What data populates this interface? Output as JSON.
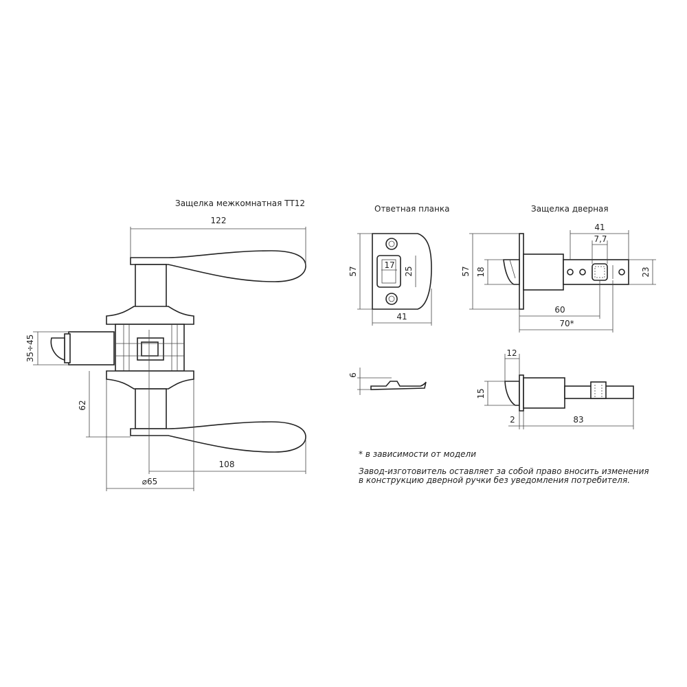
{
  "titles": {
    "main": "Защелка межкомнатная ТТ12",
    "strike_plate": "Ответная планка",
    "door_latch": "Защелка дверная"
  },
  "dimensions": {
    "handle_length": "122",
    "rose_height": "35÷45",
    "handle_offset": "62",
    "handle_reach": "108",
    "rose_diameter": "⌀65",
    "plate_height": "57",
    "plate_window": "17",
    "plate_window_h": "25",
    "plate_width": "41",
    "plate_thickness": "6",
    "latch_body": "41",
    "latch_spindle": "7,7",
    "latch_plate_height": "57",
    "latch_bolt": "18",
    "latch_body_height": "23",
    "backset_short": "60",
    "backset_long": "70*",
    "bolt_projection": "12",
    "bolt_height": "15",
    "face_thickness": "2",
    "latch_length": "83"
  },
  "notes": {
    "asterisk": "* в зависимости от модели",
    "disclaimer_1": "Завод-изготовитель оставляет за собой право вносить изменения",
    "disclaimer_2": "в конструкцию дверной ручки без уведомления потребителя."
  }
}
